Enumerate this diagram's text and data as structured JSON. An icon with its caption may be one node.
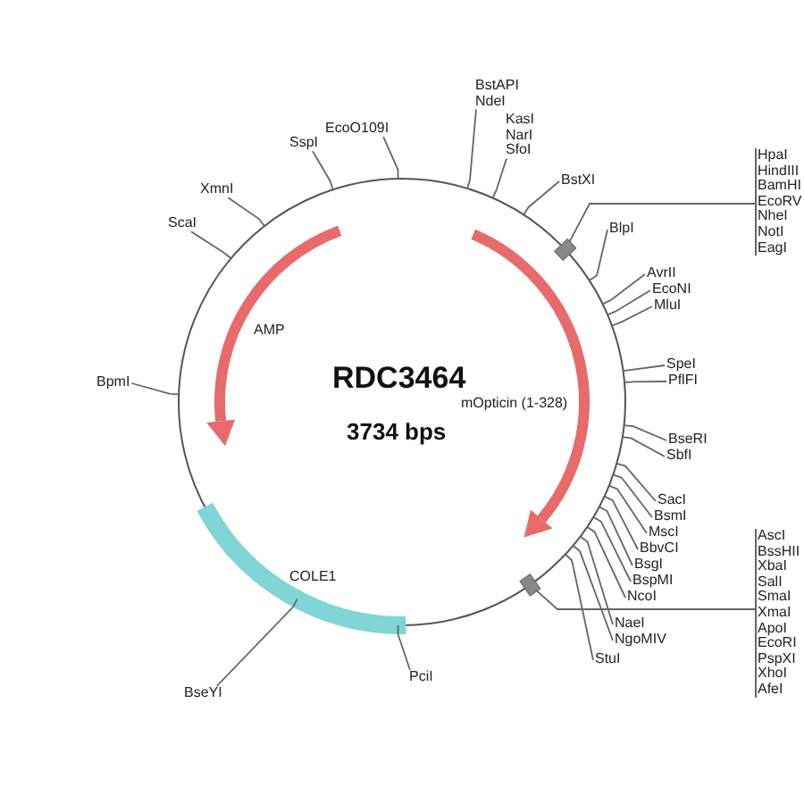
{
  "diagram": {
    "title": "RDC3464",
    "nodes": [
      {
        "text": [
          "EcoO109I"
        ]
      },
      {
        "text": [
          "SspI"
        ]
      },
      {
        "text": [
          "XmnI"
        ]
      },
      {
        "text": [
          "ScaI"
        ]
      },
      {
        "text": [
          "BstAPI",
          "NdeI"
        ]
      },
      {
        "text": [
          "KasI",
          "NarI",
          "SfoI"
        ]
      },
      {
        "text": [
          "BstXI"
        ]
      },
      {
        "text": [],
        "shape": "box"
      },
      {
        "text": [
          "HpaI",
          "HindIII",
          "BamHI",
          "EcoRV",
          "NheI",
          "NotI",
          "EagI"
        ]
      },
      {
        "text": [
          "BlpI"
        ]
      },
      {
        "text": [
          "AvrII"
        ]
      },
      {
        "text": [
          "EcoNI"
        ]
      },
      {
        "text": [
          "MluI"
        ]
      },
      {
        "text": [
          "SpeI"
        ]
      },
      {
        "text": [
          "PflFI"
        ]
      },
      {
        "text": [
          "BpmI"
        ]
      },
      {
        "text": [
          "BseRI"
        ]
      },
      {
        "text": [
          "SbfI"
        ]
      },
      {
        "text": [
          "SacI"
        ]
      },
      {
        "text": [
          "BsmI"
        ]
      },
      {
        "text": [
          "MscI"
        ]
      },
      {
        "text": [
          "BbvCI"
        ]
      },
      {
        "text": [
          "BsgI"
        ]
      },
      {
        "text": [
          "BspMI"
        ]
      },
      {
        "text": [
          "NcoI"
        ]
      },
      {
        "text": [],
        "shape": "box"
      },
      {
        "text": [
          "AscI",
          "BssHII",
          "XbaI",
          "SalI",
          "SmaI",
          "XmaI",
          "ApoI",
          "EcoRI",
          "PspXI",
          "XhoI",
          "AfeI"
        ]
      },
      {
        "text": [
          "NaeI"
        ]
      },
      {
        "text": [
          "NgoMIV"
        ]
      },
      {
        "text": [
          "StuI"
        ]
      },
      {
        "text": [
          "BseYI"
        ]
      },
      {
        "text": [
          "PciI"
        ]
      }
    ],
    "edges": [
      {
        "from": 0,
        "to": null,
        "arrow": "none"
      },
      {
        "from": 1,
        "to": null,
        "arrow": "none"
      },
      {
        "from": 2,
        "to": null,
        "arrow": "none"
      },
      {
        "from": 3,
        "to": null,
        "arrow": "none"
      },
      {
        "from": 4,
        "to": null,
        "arrow": "none"
      },
      {
        "from": 5,
        "to": null,
        "arrow": "none"
      },
      {
        "from": 6,
        "to": null,
        "arrow": "none"
      },
      {
        "from": 8,
        "to": 7,
        "arrow": "none"
      },
      {
        "from": 9,
        "to": null,
        "arrow": "none"
      },
      {
        "from": 10,
        "to": null,
        "arrow": "none"
      },
      {
        "from": 11,
        "to": null,
        "arrow": "none"
      },
      {
        "from": 12,
        "to": null,
        "arrow": "none"
      },
      {
        "from": 13,
        "to": null,
        "arrow": "none"
      },
      {
        "from": 14,
        "to": null,
        "arrow": "none"
      },
      {
        "from": 15,
        "to": null,
        "arrow": "none"
      },
      {
        "from": 16,
        "to": null,
        "arrow": "none"
      },
      {
        "from": 17,
        "to": null,
        "arrow": "none"
      },
      {
        "from": 18,
        "to": null,
        "arrow": "none"
      },
      {
        "from": 19,
        "to": null,
        "arrow": "none"
      },
      {
        "from": 20,
        "to": null,
        "arrow": "none"
      },
      {
        "from": 21,
        "to": null,
        "arrow": "none"
      },
      {
        "from": 22,
        "to": null,
        "arrow": "none"
      },
      {
        "from": 23,
        "to": null,
        "arrow": "none"
      },
      {
        "from": 24,
        "to": null,
        "arrow": "none"
      },
      {
        "from": 26,
        "to": 25,
        "arrow": "none"
      },
      {
        "from": 27,
        "to": null,
        "arrow": "none"
      },
      {
        "from": 28,
        "to": null,
        "arrow": "none"
      },
      {
        "from": 29,
        "to": null,
        "arrow": "none"
      },
      {
        "from": 30,
        "to": null,
        "arrow": "none"
      },
      {
        "from": 31,
        "to": null,
        "arrow": "none"
      }
    ],
    "labels": [
      "AMP",
      "mOpticin (1-328)",
      "3734 bps",
      "COLE1"
    ]
  }
}
